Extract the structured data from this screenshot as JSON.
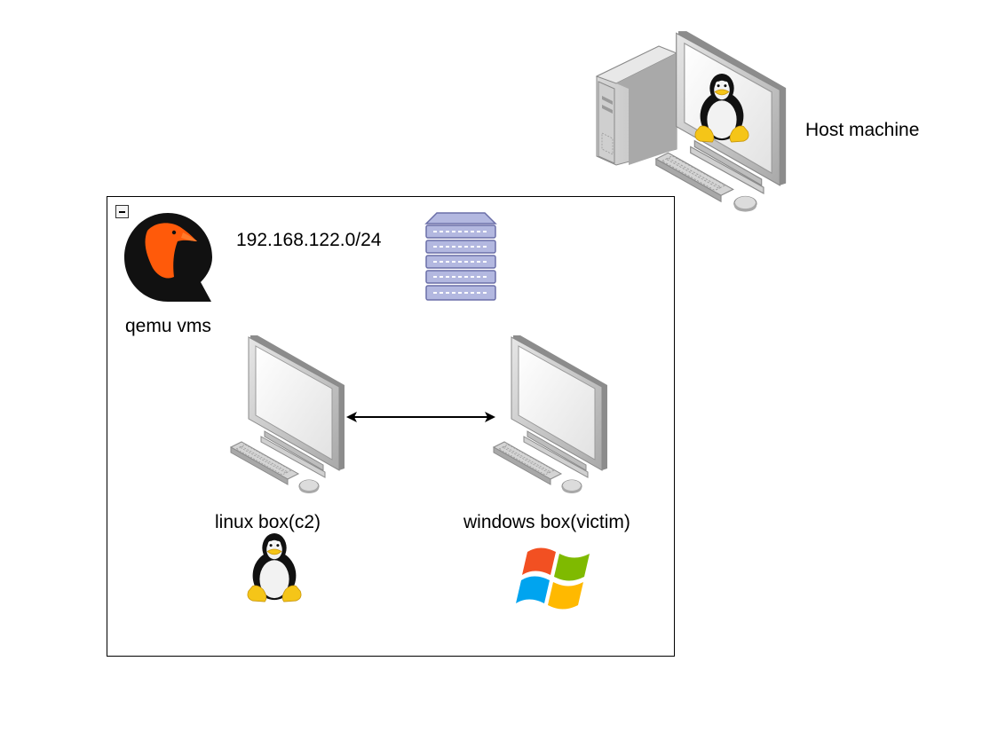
{
  "host": {
    "label": "Host machine",
    "icon": "desktop-computer-with-linux-tux"
  },
  "group": {
    "label": "qemu vms",
    "icon": "qemu-logo",
    "collapse_symbol": "minus"
  },
  "network": {
    "label": "192.168.122.0/24",
    "icon": "server-rack"
  },
  "linux_box": {
    "label": "linux box(c2)",
    "icon": "monitor-computer",
    "os_icon": "linux-tux"
  },
  "windows_box": {
    "label": "windows box(victim)",
    "icon": "monitor-computer",
    "os_icon": "windows-logo"
  },
  "connection": {
    "type": "bidirectional-arrow",
    "from": "linux box(c2)",
    "to": "windows box(victim)"
  },
  "colors": {
    "qemu_orange": "#ff5a0a",
    "server_blue": "#b3b8e0",
    "server_stroke": "#6b6fa8",
    "tux_yellow": "#f5c518",
    "win_red": "#f25022",
    "win_green": "#7fba00",
    "win_blue": "#00a4ef",
    "win_yellow": "#ffb900"
  }
}
